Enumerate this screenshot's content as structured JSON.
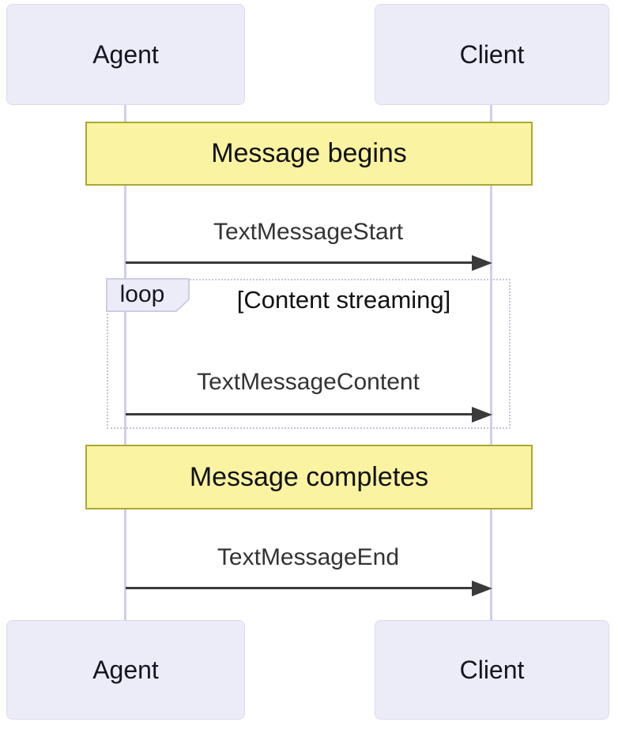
{
  "diagram": {
    "type": "sequence",
    "actors": [
      {
        "id": "agent",
        "label": "Agent"
      },
      {
        "id": "client",
        "label": "Client"
      }
    ],
    "notes": [
      {
        "over": [
          "Agent",
          "Client"
        ],
        "text": "Message begins"
      },
      {
        "over": [
          "Agent",
          "Client"
        ],
        "text": "Message completes"
      }
    ],
    "messages": [
      {
        "from": "Agent",
        "to": "Client",
        "label": "TextMessageStart"
      },
      {
        "from": "Agent",
        "to": "Client",
        "label": "TextMessageContent"
      },
      {
        "from": "Agent",
        "to": "Client",
        "label": "TextMessageEnd"
      }
    ],
    "loop": {
      "keyword": "loop",
      "condition": "[Content streaming]",
      "contains": [
        "TextMessageContent"
      ]
    },
    "colors": {
      "background": "#ffffff",
      "actor_fill": "#ececf9",
      "actor_border": "#d9d9ec",
      "lifeline": "#cfcfe6",
      "note_fill": "#faf3a1",
      "note_border": "#a9a933",
      "arrow": "#3a3a3a",
      "message_text": "#333333",
      "loop_border": "#c5c5d8"
    }
  }
}
